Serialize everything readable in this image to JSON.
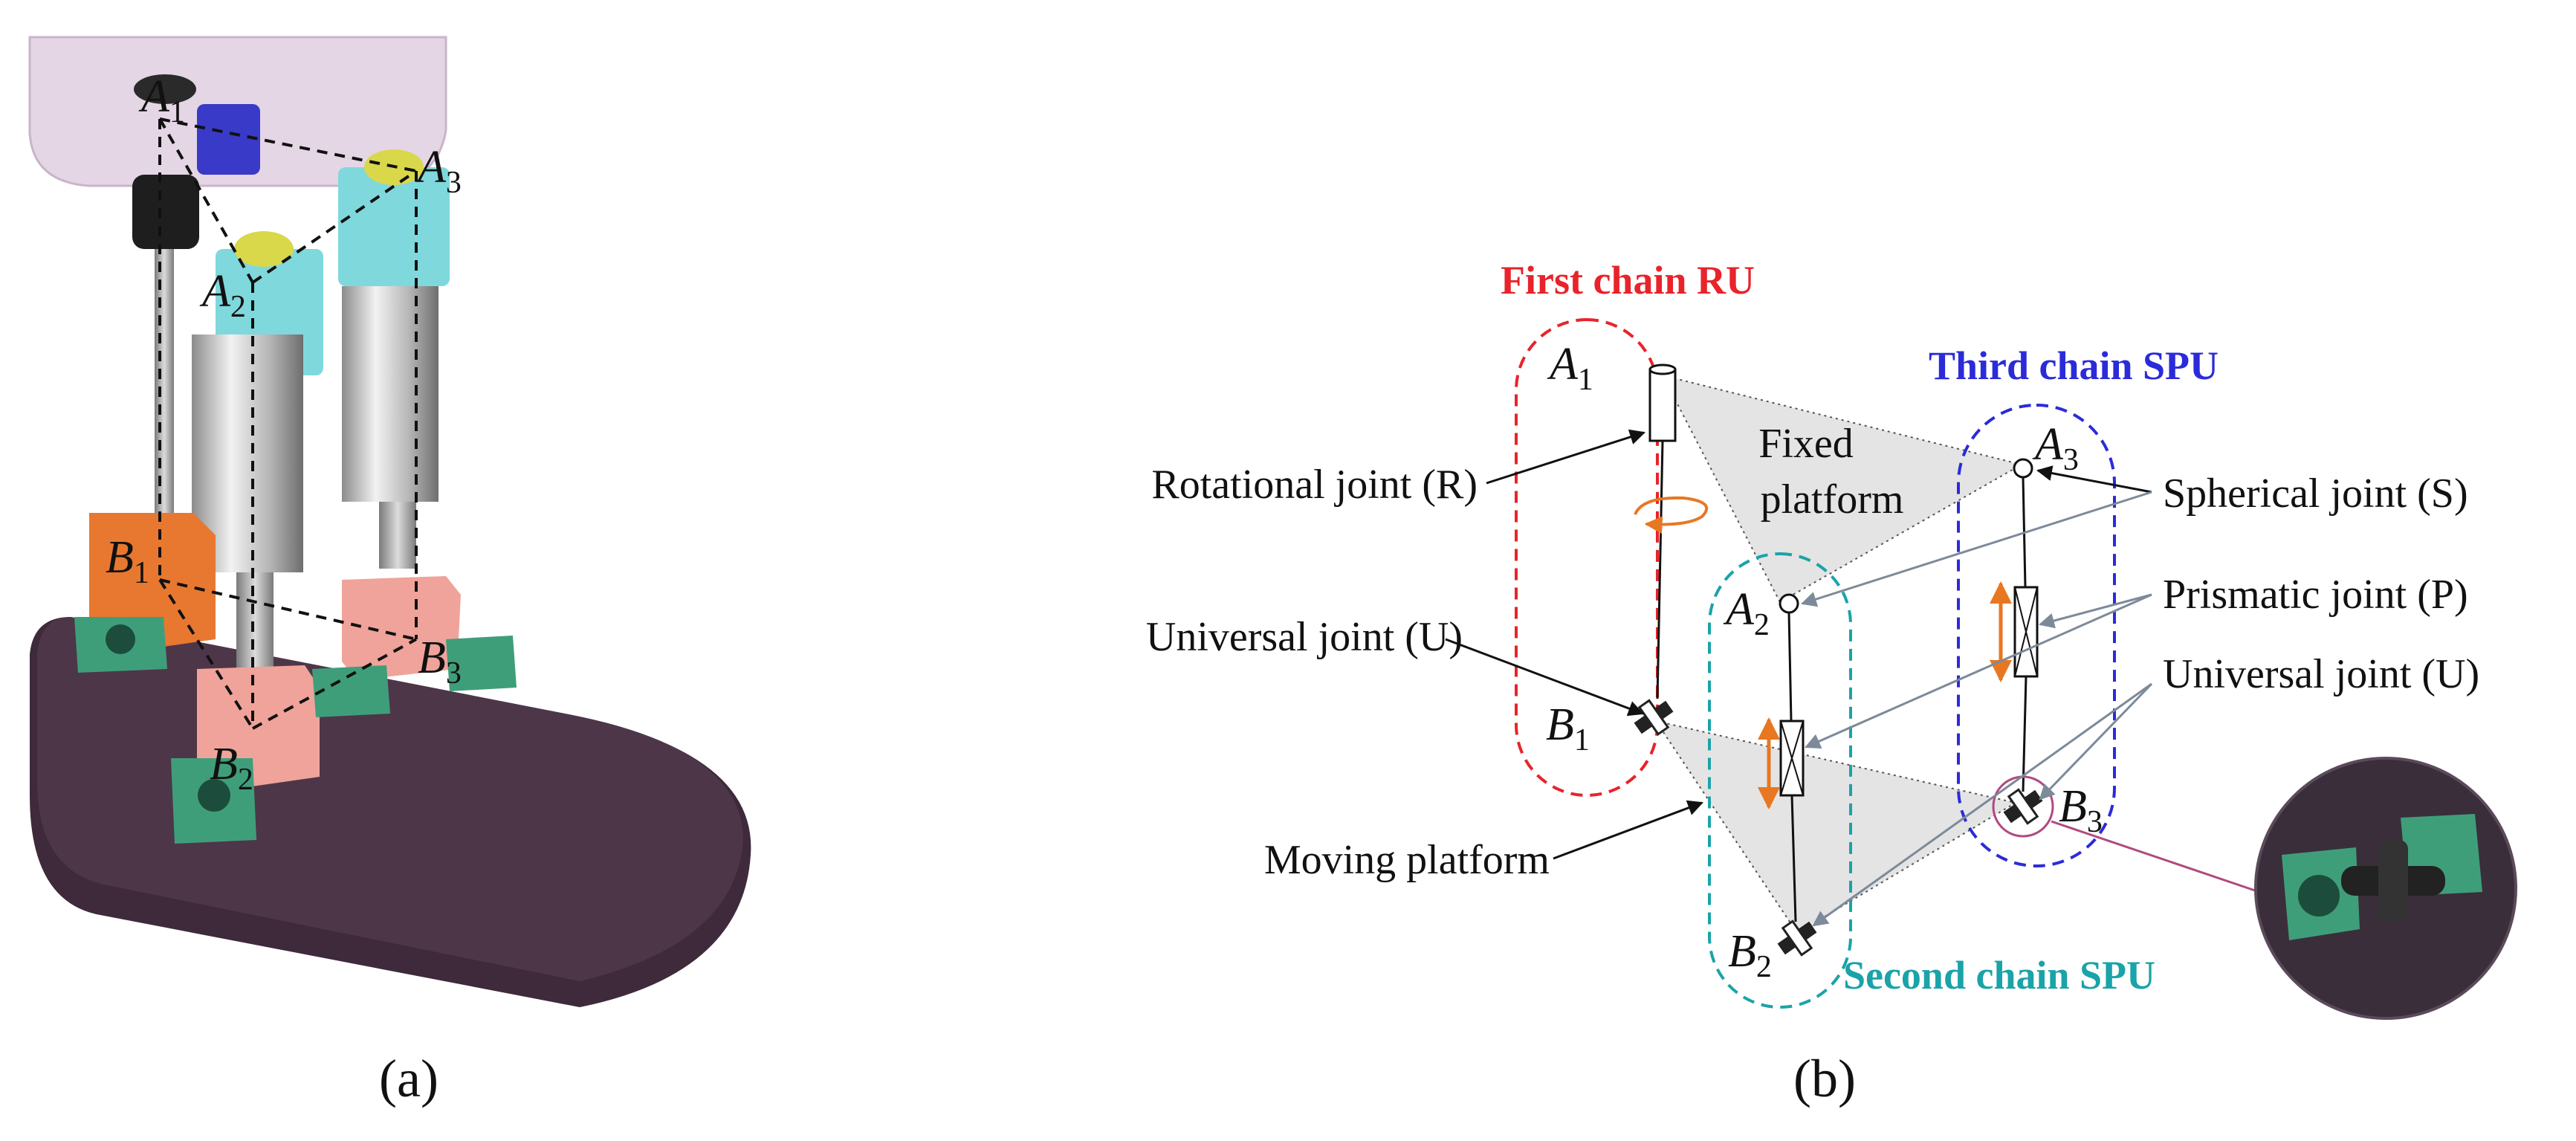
{
  "panel_a": {
    "caption": "(a)",
    "points": {
      "A1": {
        "letter": "A",
        "index": "1"
      },
      "A2": {
        "letter": "A",
        "index": "2"
      },
      "A3": {
        "letter": "A",
        "index": "3"
      },
      "B1": {
        "letter": "B",
        "index": "1"
      },
      "B2": {
        "letter": "B",
        "index": "2"
      },
      "B3": {
        "letter": "B",
        "index": "3"
      }
    }
  },
  "panel_b": {
    "caption": "(b)",
    "chain_titles": {
      "first": "First chain RU",
      "second": "Second chain SPU",
      "third": "Third chain SPU"
    },
    "labels": {
      "rotational": "Rotational joint (R)",
      "universal_left": "Universal joint (U)",
      "moving_platform": "Moving platform",
      "fixed_platform_1": "Fixed",
      "fixed_platform_2": "platform",
      "spherical": "Spherical joint (S)",
      "prismatic": "Prismatic joint (P)",
      "universal_right": "Universal joint (U)"
    },
    "points": {
      "A1": {
        "letter": "A",
        "index": "1"
      },
      "A2": {
        "letter": "A",
        "index": "2"
      },
      "A3": {
        "letter": "A",
        "index": "3"
      },
      "B1": {
        "letter": "B",
        "index": "1"
      },
      "B2": {
        "letter": "B",
        "index": "2"
      },
      "B3": {
        "letter": "B",
        "index": "3"
      }
    }
  },
  "colors": {
    "first_chain": "#e8232a",
    "second_chain": "#1aa3a8",
    "third_chain": "#2b2bd9",
    "arrow_orange": "#e87722",
    "leader_gray": "#7d8a99",
    "platform_gray": "#e4e4e4",
    "base_plate": "#3e2a3a",
    "cylinder_cyan": "#7fd8dc",
    "mount_green": "#3f9e7a",
    "block_orange": "#e8782f",
    "block_pink": "#f0a39a",
    "motor_blue": "#3a3ac8",
    "body_lavender": "#e4d6e4"
  }
}
